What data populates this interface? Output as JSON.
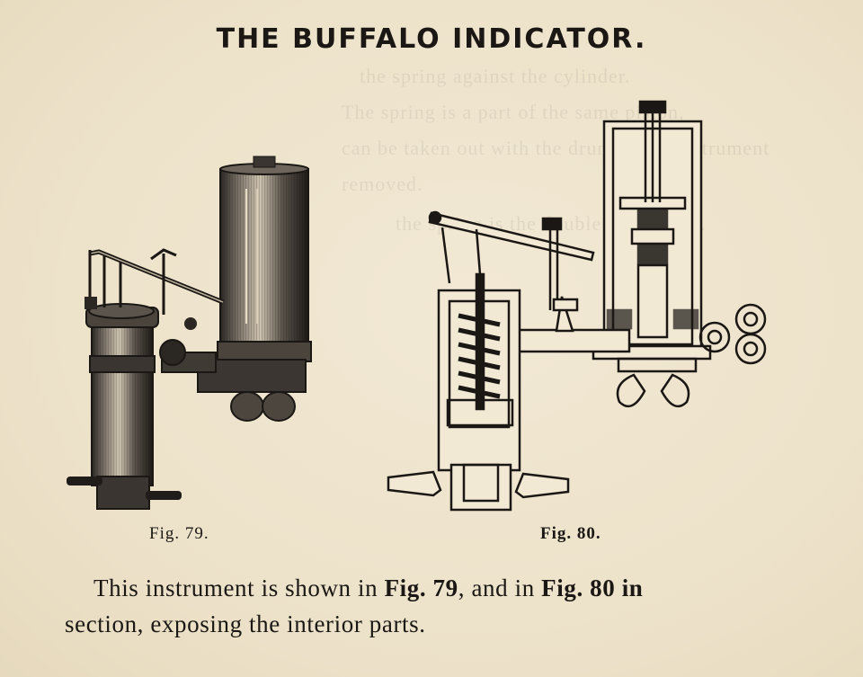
{
  "title": "THE BUFFALO INDICATOR.",
  "figures": [
    {
      "caption": "Fig. 79."
    },
    {
      "caption": "Fig. 80."
    }
  ],
  "paragraph": {
    "seg1": "This instrument is shown in ",
    "seg2": "Fig. 79",
    "seg3": ", and in ",
    "seg4": "Fig. 80 in",
    "line2": "section, exposing the interior parts."
  },
  "show_through_text": [
    "the spring against the cylinder.",
    "The spring is a part of the same piston,",
    "can be taken out with the drum of the instrument",
    "removed.",
    "the spring is the double spiral type."
  ]
}
